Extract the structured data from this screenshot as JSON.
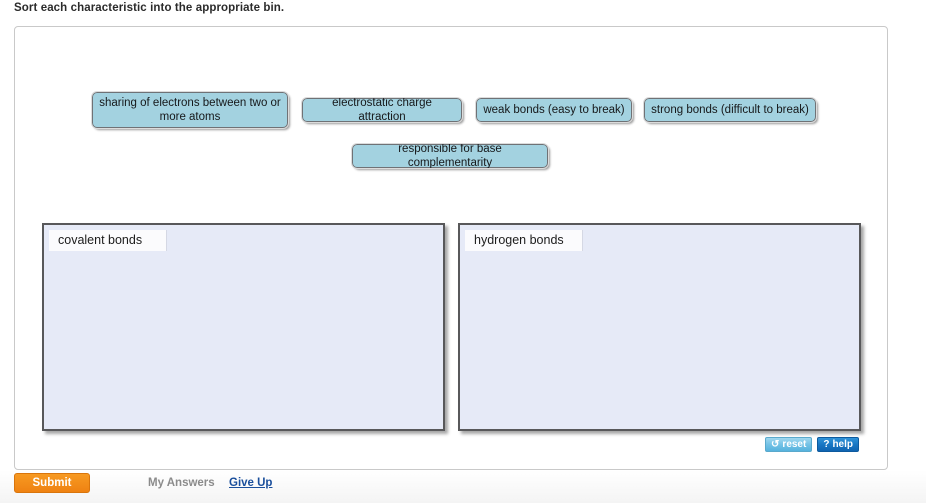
{
  "prompt": "Sort each characteristic into the appropriate bin.",
  "tiles": [
    {
      "label": "sharing of electrons between two or more atoms"
    },
    {
      "label": "electrostatic charge attraction"
    },
    {
      "label": "weak bonds (easy to break)"
    },
    {
      "label": "strong bonds (difficult to break)"
    },
    {
      "label": "responsible for base complementarity"
    }
  ],
  "bins": [
    {
      "label": "covalent bonds",
      "items": []
    },
    {
      "label": "hydrogen bonds",
      "items": []
    }
  ],
  "tools": {
    "reset_label": "reset",
    "reset_icon": "↺",
    "help_label": "help",
    "help_icon": "?"
  },
  "footer": {
    "submit_label": "Submit",
    "my_answers_label": "My Answers",
    "give_up_label": "Give Up"
  },
  "colors": {
    "tile_fill": "#a3d2e0",
    "bin_fill": "#e6eaf7",
    "bin_border": "#58585a",
    "submit_orange": "#ef8212",
    "link_blue": "#1a4f9c",
    "help_blue": "#1877c4",
    "reset_blue": "#74c2e6"
  }
}
